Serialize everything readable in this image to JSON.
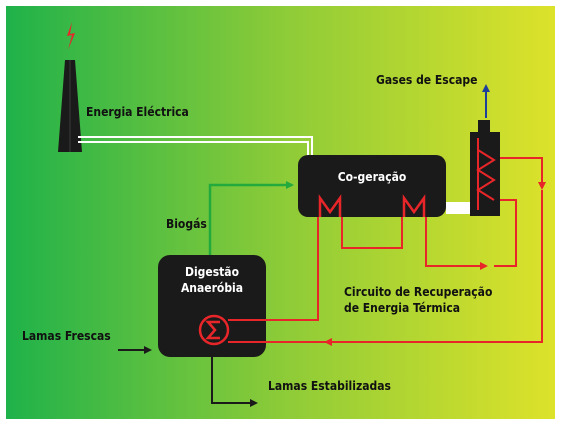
{
  "labels": {
    "energia_electrica": "Energia Eléctrica",
    "gases_de_escape": "Gases de Escape",
    "cogeracao": "Co-geração",
    "biogas": "Biogás",
    "digestao_line1": "Digestão",
    "digestao_line2": "Anaeróbia",
    "circuito_line1": "Circuito de Recuperação",
    "circuito_line2": "de Energia Térmica",
    "lamas_frescas": "Lamas Frescas",
    "lamas_estabilizadas": "Lamas Estabilizadas"
  },
  "colors": {
    "gradient_left": "#1fb24a",
    "gradient_right": "#dde22a",
    "unit_fill": "#1a1a1a",
    "biogas_line": "#22aa3c",
    "heat_circuit": "#e8262a",
    "exhaust_arrow": "#1d3f9c",
    "power_line": "#ffffff",
    "flow_line": "#1a1a1a"
  }
}
